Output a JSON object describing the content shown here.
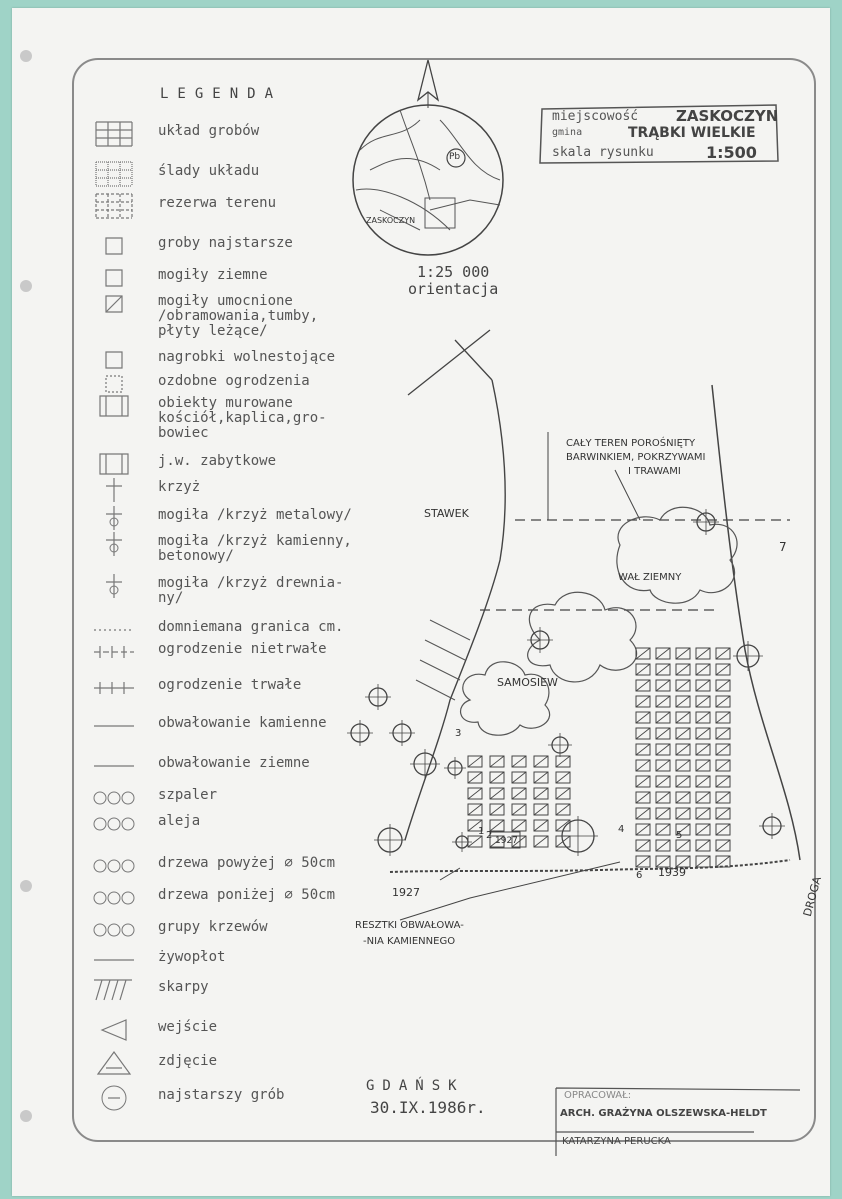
{
  "legend": {
    "title": "LEGENDA",
    "items": [
      {
        "label": "układ grobów",
        "icon": "grid-icon"
      },
      {
        "label": "ślady układu",
        "icon": "grid-faint-icon"
      },
      {
        "label": "rezerwa terenu",
        "icon": "dashed-grid-icon"
      },
      {
        "label": "groby najstarsze",
        "icon": "small-bracket-icon"
      },
      {
        "label": "mogiły ziemne",
        "icon": "rectangle-icon"
      },
      {
        "label": "mogiły umocnione\n/obramowania,tumby,\npłyty leżące/",
        "icon": "hatched-rectangle-icon"
      },
      {
        "label": "nagrobki wolnestojące",
        "icon": "bracket-rectangle-icon"
      },
      {
        "label": "ozdobne ogrodzenia",
        "icon": "dotted-square-icon"
      },
      {
        "label": "obiekty murowane\nkościół,kaplica,gro-\nbowiec",
        "icon": "building-icon"
      },
      {
        "label": "j.w. zabytkowe",
        "icon": "historic-building-icon"
      },
      {
        "label": "krzyż",
        "icon": "cross-icon"
      },
      {
        "label": "mogiła /krzyż metalowy/",
        "icon": "metal-cross-icon"
      },
      {
        "label": "mogiła /krzyż kamienny,\nbetonowy/",
        "icon": "stone-cross-icon"
      },
      {
        "label": "mogiła /krzyż drewnia-\nny/",
        "icon": "wooden-cross-icon"
      },
      {
        "label": "domniemana granica cm.",
        "icon": "dotted-line-icon"
      },
      {
        "label": "ogrodzenie nietrwałe",
        "icon": "light-fence-icon"
      },
      {
        "label": "ogrodzenie trwałe",
        "icon": "solid-fence-icon"
      },
      {
        "label": "obwałowanie kamienne",
        "icon": "stone-embankment-icon"
      },
      {
        "label": "obwałowanie ziemne",
        "icon": "earth-embankment-icon"
      },
      {
        "label": "szpaler",
        "icon": "tree-row-icon"
      },
      {
        "label": "aleja",
        "icon": "avenue-icon"
      },
      {
        "label": "drzewa powyżej ⌀ 50cm",
        "icon": "large-tree-icon"
      },
      {
        "label": "drzewa poniżej ⌀ 50cm",
        "icon": "small-tree-icon"
      },
      {
        "label": "grupy krzewów",
        "icon": "shrub-group-icon"
      },
      {
        "label": "żywopłot",
        "icon": "hedge-icon"
      },
      {
        "label": "skarpy",
        "icon": "slope-icon"
      },
      {
        "label": "wejście",
        "icon": "entrance-icon"
      },
      {
        "label": "zdjęcie",
        "icon": "photo-icon"
      },
      {
        "label": "najstarszy grób",
        "icon": "oldest-grave-icon"
      }
    ]
  },
  "location": {
    "place_label": "miejscowość",
    "place_value": "ZASKOCZYN",
    "gmina_label": "gmina",
    "gmina_value": "TRĄBKI WIELKIE",
    "scale_label": "skala rysunku",
    "scale_value": "1:500"
  },
  "orientation_map": {
    "scale": "1:25 000",
    "caption": "orientacja",
    "village_label": "ZASKOCZYN",
    "marker": "Pb"
  },
  "plan_labels": {
    "vegetation_note_1": "CAŁY TEREN POROŚNIĘTY",
    "vegetation_note_2": "BARWINKIEM, POKRZYWAMI",
    "vegetation_note_3": "I TRAWAMI",
    "pond": "STAWEK",
    "earth_wall": "WAŁ ZIEMNY",
    "self_seeded": "SAMOSIEW",
    "stone_remains_1": "RESZTKI OBWAŁOWA-",
    "stone_remains_2": "-NIA KAMIENNEGO",
    "road": "DROGA",
    "year_a": "1927",
    "year_b": "1927",
    "year_c": "1939",
    "photo_numbers": [
      "1",
      "2",
      "3",
      "4",
      "5",
      "6",
      "7"
    ]
  },
  "footer": {
    "city": "GDAŃSK",
    "date": "30.IX.1986r.",
    "prepared_label": "OPRACOWAŁ:",
    "author_1": "ARCH. GRAŻYNA OLSZEWSKA-HELDT",
    "author_2": "KATARZYNA PERUCKA"
  },
  "colors": {
    "background": "#9fd3c7",
    "paper": "#f4f4f2",
    "ink": "#333333"
  }
}
